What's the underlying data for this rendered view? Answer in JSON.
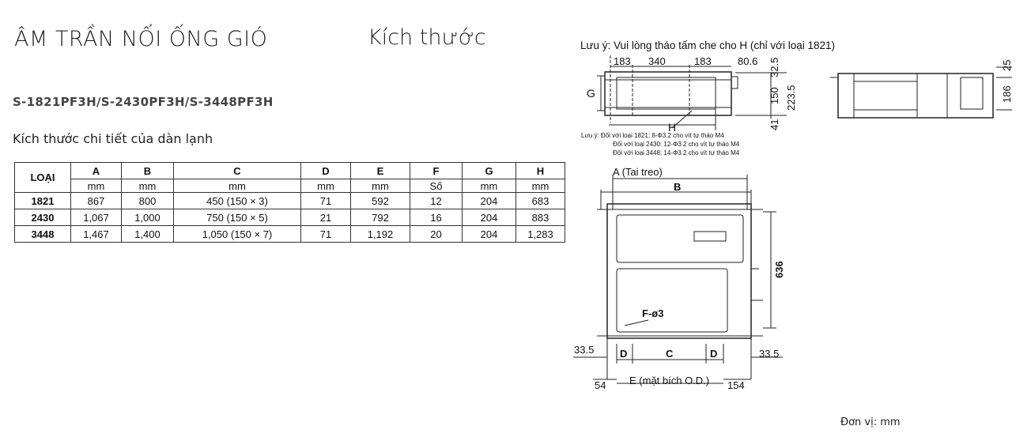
{
  "header": {
    "title": "ÂM TRẦN NỐI ỐNG GIÓ",
    "section": "Kích thước"
  },
  "models": "S-1821PF3H/S-2430PF3H/S-3448PF3H",
  "detail_title": "Kích thước chi tiết của dàn lạnh",
  "table": {
    "columns": [
      "LOẠI",
      "A",
      "B",
      "C",
      "D",
      "E",
      "F",
      "G",
      "H"
    ],
    "units": [
      "mm",
      "mm",
      "mm",
      "mm",
      "mm",
      "Số",
      "mm",
      "mm"
    ],
    "rows": [
      [
        "1821",
        "867",
        "800",
        "450 (150 × 3)",
        "71",
        "592",
        "12",
        "204",
        "683"
      ],
      [
        "2430",
        "1,067",
        "1,000",
        "750 (150 × 5)",
        "21",
        "792",
        "16",
        "204",
        "883"
      ],
      [
        "3448",
        "1,467",
        "1,400",
        "1,050 (150 × 7)",
        "71",
        "1,192",
        "20",
        "204",
        "1,283"
      ]
    ]
  },
  "drawing": {
    "note_top": "Lưu ý: Vui lòng tháo tấm che cho H (chỉ với loại 1821)",
    "top_dims": [
      "183",
      "340",
      "183",
      "80.6"
    ],
    "right_dims": [
      "32.5",
      "150",
      "223.5",
      "41"
    ],
    "side_dims": [
      "25",
      "186"
    ],
    "label_g": "G",
    "label_h": "H",
    "screw_notes": [
      "Lưu ý:  Đối với loại 1821: 8-Φ3.2 cho vít tự tháo M4",
      "Đối với loại 2430: 12-Φ3.2 cho vít tự tháo M4",
      "Đối với loại 3448: 14-Φ3.2 cho vít tự tháo M4"
    ],
    "label_a": "A (Tai treo)",
    "label_b": "B",
    "dim_636": "636",
    "label_f": "F-ø3",
    "dim_left": "33.5",
    "dim_right": "33.5",
    "label_d": "D",
    "label_c": "C",
    "dim_54": "54",
    "label_e": "E (mặt bích O.D.)",
    "dim_154": "154"
  },
  "unit_note": "Đơn vị: mm"
}
